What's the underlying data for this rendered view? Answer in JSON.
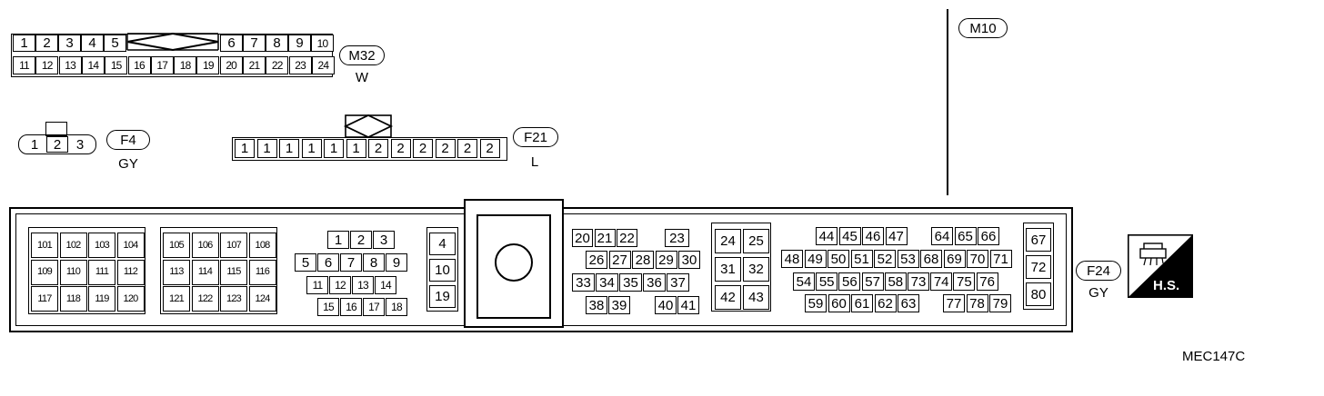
{
  "connectors": {
    "m32": {
      "id": "M32",
      "color": "W",
      "row1": [
        "1",
        "2",
        "3",
        "4",
        "5",
        "6",
        "7",
        "8",
        "9",
        "10"
      ],
      "row2": [
        "11",
        "12",
        "13",
        "14",
        "15",
        "16",
        "17",
        "18",
        "19",
        "20",
        "21",
        "22",
        "23",
        "24"
      ]
    },
    "f4": {
      "id": "F4",
      "color": "GY",
      "pins": [
        "1",
        "2",
        "3"
      ]
    },
    "f21": {
      "id": "F21",
      "color": "L",
      "pins": [
        "1",
        "1",
        "1",
        "1",
        "1",
        "1",
        "2",
        "2",
        "2",
        "2",
        "2",
        "2"
      ]
    },
    "m10": {
      "id": "M10"
    },
    "f24": {
      "id": "F24",
      "color": "GY",
      "hs_label": "H.S.",
      "blockA": [
        "101",
        "102",
        "103",
        "104",
        "109",
        "110",
        "111",
        "112",
        "117",
        "118",
        "119",
        "120"
      ],
      "blockB": [
        "105",
        "106",
        "107",
        "108",
        "113",
        "114",
        "115",
        "116",
        "121",
        "122",
        "123",
        "124"
      ],
      "blockC": {
        "row1": [
          "1",
          "2",
          "3"
        ],
        "row2": [
          "5",
          "6",
          "7",
          "8",
          "9"
        ],
        "row3": [
          "11",
          "12",
          "13",
          "14"
        ],
        "row4": [
          "15",
          "16",
          "17",
          "18"
        ]
      },
      "blockD": [
        "4",
        "10",
        "19"
      ],
      "blockE": {
        "row1a": [
          "20",
          "21",
          "22"
        ],
        "row1b": [
          "23"
        ],
        "row2": [
          "26",
          "27",
          "28",
          "29",
          "30"
        ],
        "row3": [
          "33",
          "34",
          "35",
          "36",
          "37"
        ],
        "row4a": [
          "38",
          "39"
        ],
        "row4b": [
          "40",
          "41"
        ]
      },
      "blockF": [
        "24",
        "25",
        "31",
        "32",
        "42",
        "43"
      ],
      "blockG": {
        "row1a": [
          "44",
          "45",
          "46",
          "47"
        ],
        "row1b": [
          "64",
          "65",
          "66"
        ],
        "row2": [
          "48",
          "49",
          "50",
          "51",
          "52",
          "53",
          "68",
          "69",
          "70",
          "71"
        ],
        "row3": [
          "54",
          "55",
          "56",
          "57",
          "58",
          "73",
          "74",
          "75",
          "76"
        ],
        "row4a": [
          "59",
          "60",
          "61",
          "62",
          "63"
        ],
        "row4b": [
          "77",
          "78",
          "79"
        ]
      },
      "blockH": [
        "67",
        "72",
        "80"
      ]
    }
  },
  "figure_code": "MEC147C"
}
